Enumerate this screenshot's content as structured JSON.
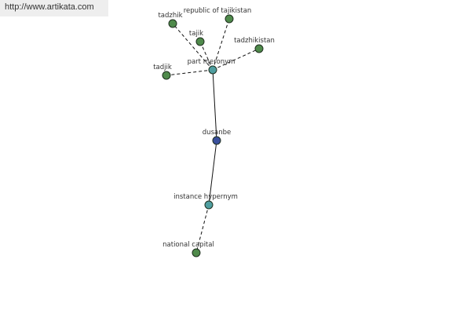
{
  "url_banner": {
    "text": "http://www.artikata.com"
  },
  "graph": {
    "nodes": [
      {
        "id": "tadzhik",
        "label": "tadzhik",
        "kind": "synonym",
        "color": "#4f8a4b"
      },
      {
        "id": "republic-of-tajikistan",
        "label": "republic of tajikistan",
        "kind": "synonym",
        "color": "#4f8a4b"
      },
      {
        "id": "tajik",
        "label": "tajik",
        "kind": "synonym",
        "color": "#4f8a4b"
      },
      {
        "id": "tadzhikistan",
        "label": "tadzhikistan",
        "kind": "synonym",
        "color": "#4f8a4b"
      },
      {
        "id": "tadjik",
        "label": "tadjik",
        "kind": "synonym",
        "color": "#4f8a4b"
      },
      {
        "id": "part-meronym",
        "label": "part meronym",
        "kind": "relation",
        "color": "#4f9ea0"
      },
      {
        "id": "dusanbe",
        "label": "dusanbe",
        "kind": "root",
        "color": "#3a4f9c"
      },
      {
        "id": "instance-hypernym",
        "label": "instance hypernym",
        "kind": "relation",
        "color": "#4f9ea0"
      },
      {
        "id": "national-capital",
        "label": "national capital",
        "kind": "synonym",
        "color": "#4f8a4b"
      }
    ],
    "edges": [
      {
        "from": "dusanbe",
        "to": "part-meronym",
        "style": "solid"
      },
      {
        "from": "dusanbe",
        "to": "instance-hypernym",
        "style": "solid"
      },
      {
        "from": "part-meronym",
        "to": "tadzhik",
        "style": "dashed"
      },
      {
        "from": "part-meronym",
        "to": "republic-of-tajikistan",
        "style": "dashed"
      },
      {
        "from": "part-meronym",
        "to": "tajik",
        "style": "dashed"
      },
      {
        "from": "part-meronym",
        "to": "tadzhikistan",
        "style": "dashed"
      },
      {
        "from": "part-meronym",
        "to": "tadjik",
        "style": "dashed"
      },
      {
        "from": "instance-hypernym",
        "to": "national-capital",
        "style": "dashed"
      }
    ]
  }
}
